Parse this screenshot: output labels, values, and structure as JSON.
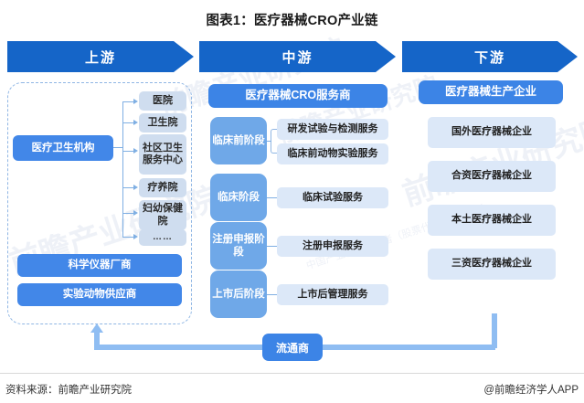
{
  "title": "图表1：医疗器械CRO产业链",
  "banners": {
    "upstream": "上游",
    "midstream": "中游",
    "downstream": "下游"
  },
  "upstream": {
    "root": "医疗卫生机构",
    "branches": [
      "医院",
      "卫生院",
      "社区卫生服务中心",
      "疗养院",
      "妇幼保健院",
      "……"
    ],
    "others": [
      "科学仪器厂商",
      "实验动物供应商"
    ]
  },
  "midstream": {
    "header": "医疗器械CRO服务商",
    "stages": [
      {
        "name": "临床前阶段",
        "services": [
          "研发试验与检测服务",
          "临床前动物实验服务"
        ]
      },
      {
        "name": "临床阶段",
        "services": [
          "临床试验服务"
        ]
      },
      {
        "name": "注册申报阶段",
        "services": [
          "注册申报服务"
        ]
      },
      {
        "name": "上市后阶段",
        "services": [
          "上市后管理服务"
        ]
      }
    ]
  },
  "downstream": {
    "header": "医疗器械生产企业",
    "items": [
      "国外医疗器械企业",
      "合资医疗器械企业",
      "本土医疗器械企业",
      "三资医疗器械企业"
    ]
  },
  "flow": {
    "distributor": "流通商"
  },
  "footer": {
    "source": "资料来源：前瞻产业研究院",
    "brand": "@前瞻经济学人APP"
  },
  "watermark": {
    "main": "前瞻产业研究院",
    "sub": "中国产业咨询领导者（股票代码：839599）"
  },
  "colors": {
    "banner_blue": "#1565C8",
    "header_blue": "#3C84E6",
    "stage_blue": "#6FA8E8",
    "light_box": "#CFDDEF",
    "pale_box": "#DCE8F8",
    "connector": "#7FAFE3",
    "flow_line": "#8FBDF2",
    "dashed_border": "#8FB6E4"
  }
}
